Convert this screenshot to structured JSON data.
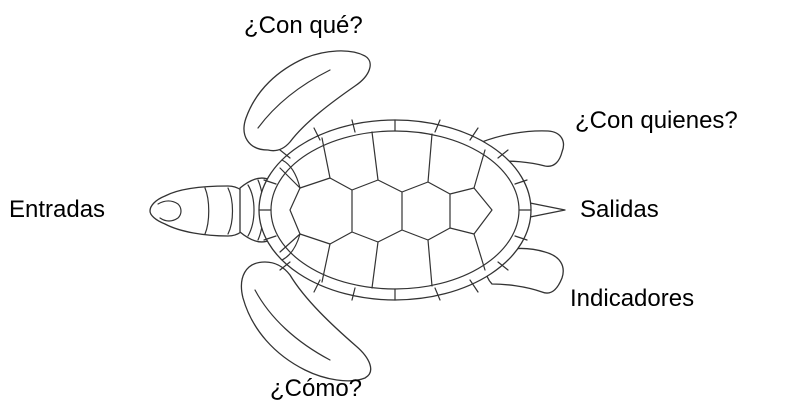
{
  "labels": {
    "top": "¿Con qué?",
    "top_right": "¿Con quienes?",
    "left": "Entradas",
    "right": "Salidas",
    "bottom_right": "Indicadores",
    "bottom": "¿Cómo?"
  },
  "colors": {
    "background": "#ffffff",
    "line": "#333333",
    "text": "#000000"
  }
}
